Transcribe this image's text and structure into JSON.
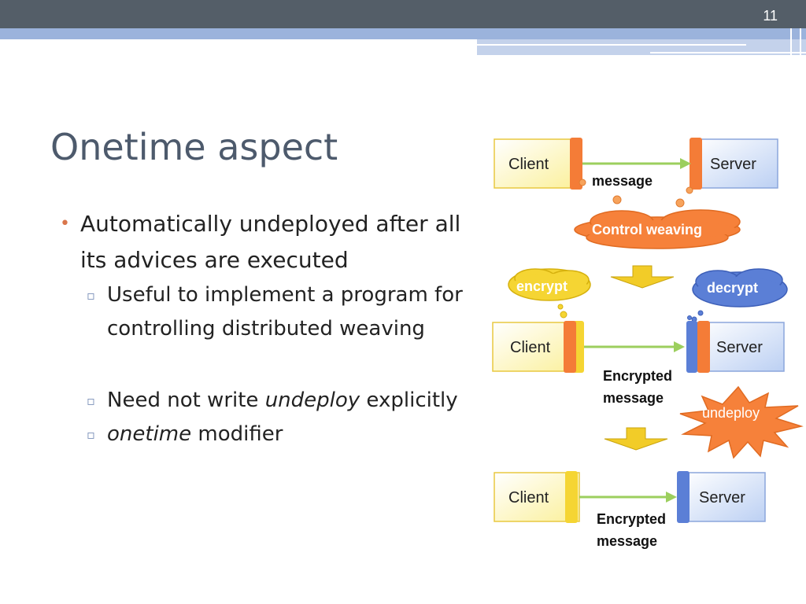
{
  "slide": {
    "page_number": "11",
    "title": "Onetime aspect"
  },
  "bullets": {
    "main": "Automatically undeployed after all its advices are executed",
    "sub1": "Useful to implement a program for controlling distributed weaving",
    "sub2_pre": "Need not write ",
    "sub2_em": "undeploy",
    "sub2_post": " explicitly",
    "sub3_em": "onetime",
    "sub3_post": " modifier"
  },
  "diagram": {
    "row1": {
      "client": "Client",
      "server": "Server",
      "message": "message"
    },
    "control_weaving": "Control weaving",
    "encrypt": "encrypt",
    "decrypt": "decrypt",
    "row2": {
      "client": "Client",
      "server": "Server",
      "message_line1": "Encrypted",
      "message_line2": "message"
    },
    "undeploy": "undeploy",
    "row3": {
      "client": "Client",
      "server": "Server",
      "message_line1": "Encrypted",
      "message_line2": "message"
    }
  },
  "colors": {
    "header": "#545e68",
    "accent_blue": "#9bb3dc",
    "title_text": "#4d5a6c",
    "orange": "#f47c37",
    "yellow": "#f6d23c",
    "blue_cloud": "#5b7fd6",
    "arrow_green": "#9ccf5e"
  }
}
